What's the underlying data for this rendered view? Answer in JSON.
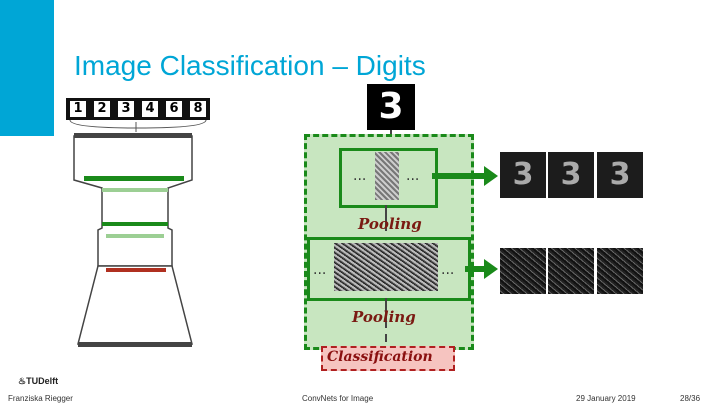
{
  "slide": {
    "title": "Image Classification – Digits",
    "footer": {
      "author": "Franziska Riegger",
      "topic": "ConvNets for Image",
      "date": "29 January 2019",
      "page": "28/36"
    },
    "logo_text": "TUDelft"
  },
  "digits_strip": [
    "1",
    "2",
    "3",
    "4",
    "6",
    "8"
  ],
  "input_digit": "3",
  "network": {
    "ellipsis": "...",
    "pooling_label": "Pooling",
    "classification_label": "Classification"
  },
  "feature_maps_row1": [
    "3",
    "3",
    "3"
  ],
  "feature_maps_row2": [
    "",
    "",
    ""
  ],
  "colors": {
    "accent": "#00a6d6",
    "green": "#1a8a1a",
    "red": "#b02020"
  }
}
